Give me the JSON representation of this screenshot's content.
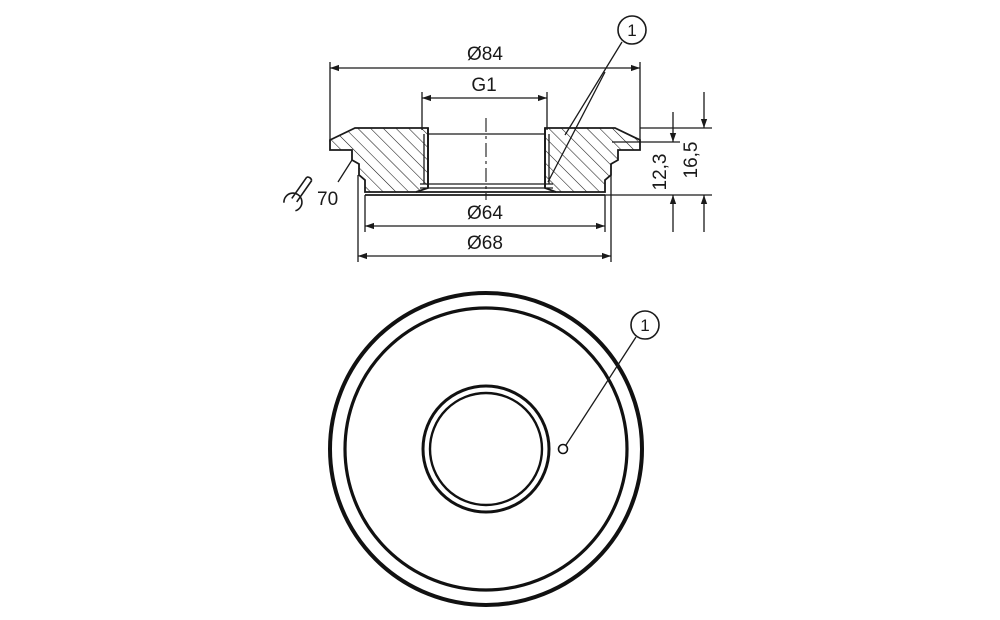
{
  "side_view": {
    "dim_outer_diameter": "Ø84",
    "dim_thread": "G1",
    "dim_shoulder_diameter": "Ø64",
    "dim_base_diameter": "Ø68",
    "dim_height_inner": "12,3",
    "dim_height_total": "16,5",
    "wrench_size": "70",
    "callout": "1"
  },
  "top_view": {
    "callout": "1"
  }
}
